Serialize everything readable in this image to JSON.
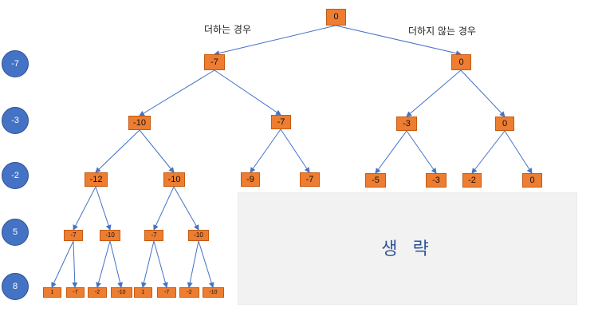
{
  "branch_labels": {
    "add": "더하는 경우",
    "skip": "더하지 않는 경우"
  },
  "omitted_label": "생 략",
  "levels": [
    "-7",
    "-3",
    "-2",
    "5",
    "8"
  ],
  "nodes": {
    "root": "0",
    "l1": [
      "-7",
      "0"
    ],
    "l2": [
      "-10",
      "-7",
      "-3",
      "0"
    ],
    "l3": [
      "-12",
      "-10",
      "-9",
      "-7",
      "-5",
      "-3",
      "-2",
      "0"
    ],
    "l4": [
      "-7",
      "-10",
      "-7",
      "-10"
    ],
    "l5": [
      "1",
      "-7",
      "-2",
      "-10",
      "1",
      "-7",
      "-2",
      "-10"
    ]
  },
  "colors": {
    "node_fill": "#ed7d31",
    "level_circle": "#4472c4",
    "edge": "#4472c4",
    "omit_box": "#f2f2f2",
    "omit_text": "#2f5597"
  }
}
